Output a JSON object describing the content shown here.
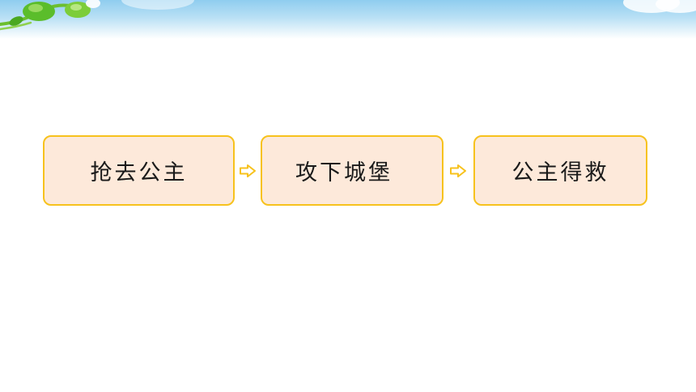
{
  "flowchart": {
    "steps": [
      {
        "label": "抢去公主"
      },
      {
        "label": "攻下城堡"
      },
      {
        "label": "公主得救"
      }
    ]
  },
  "colors": {
    "box_fill": "#fde9da",
    "box_border": "#f7c21d",
    "arrow": "#f7c21d",
    "sky": "#8fcdef",
    "leaf": "#5bbd2b"
  }
}
